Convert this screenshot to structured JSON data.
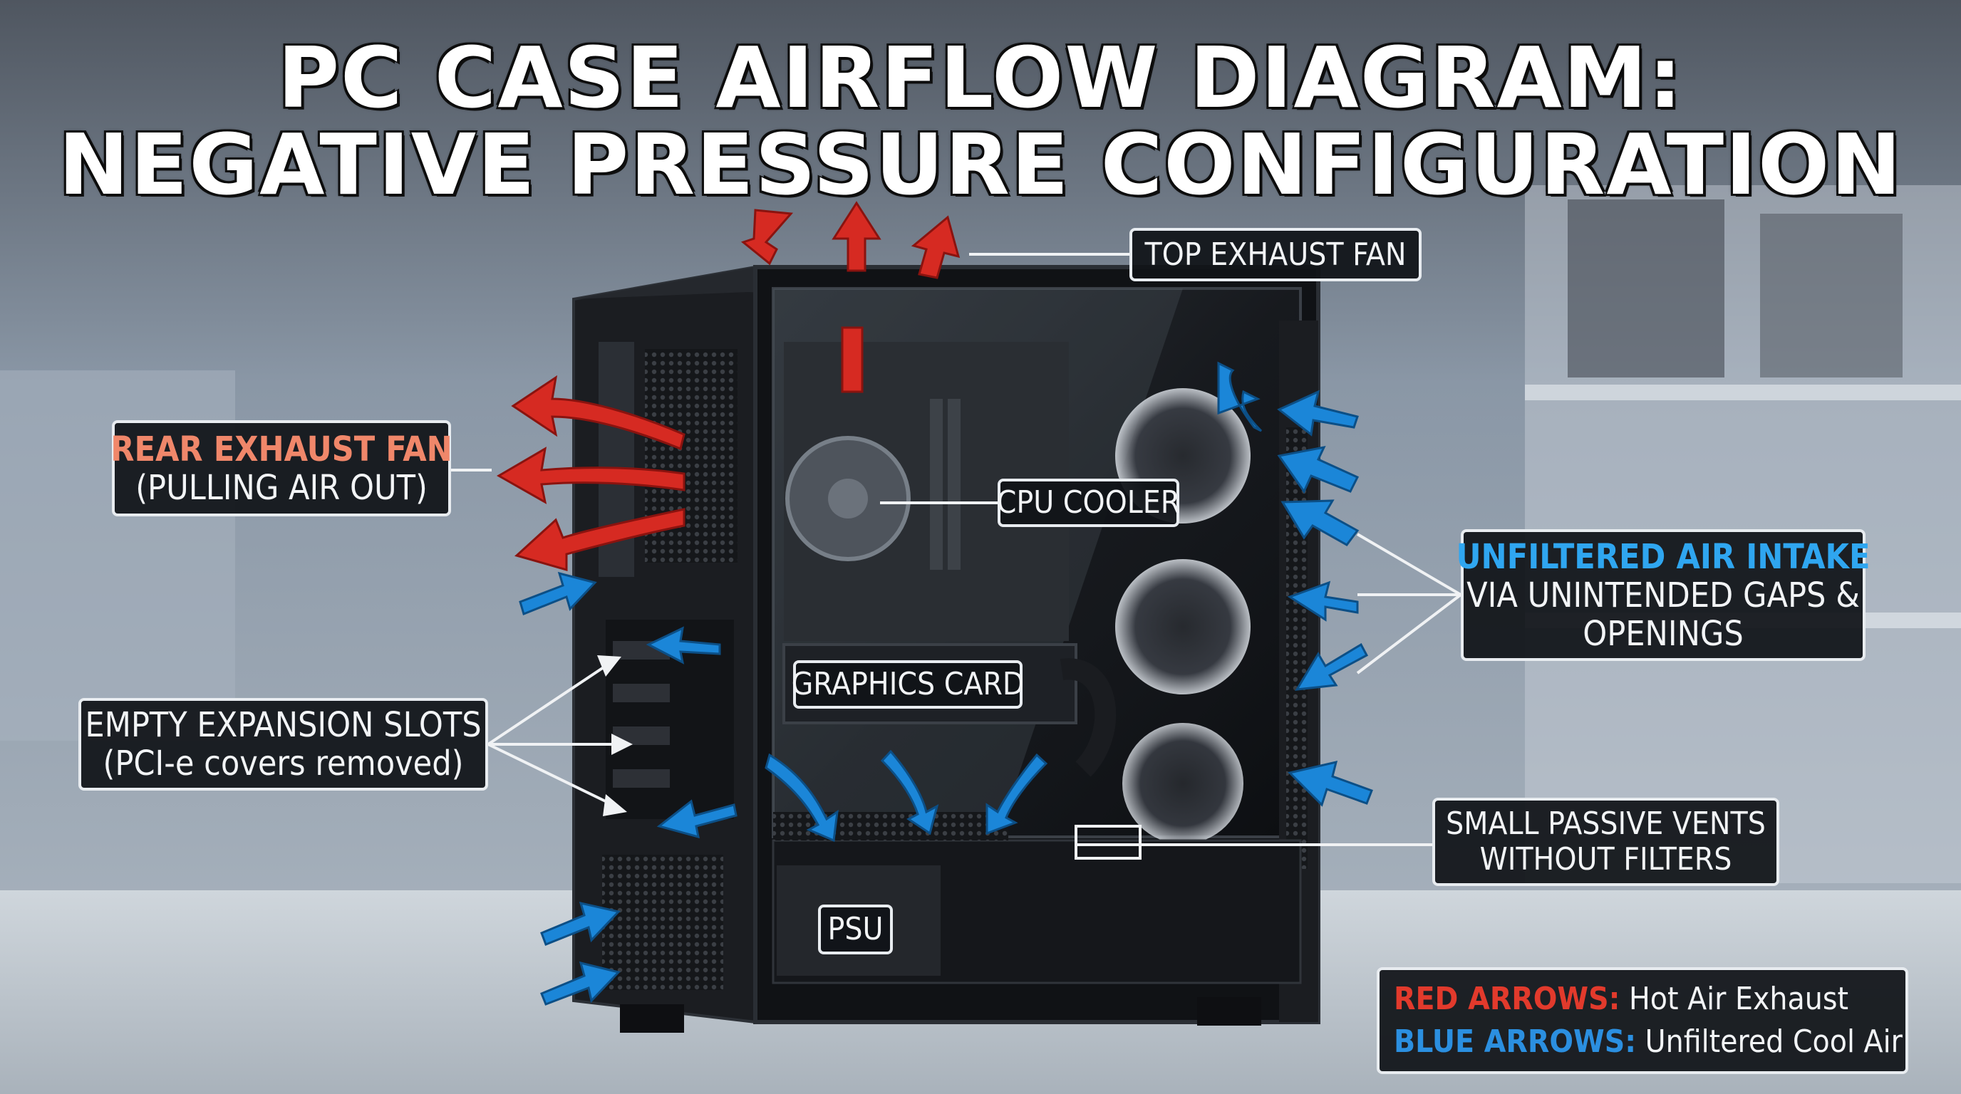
{
  "title": {
    "line1": "PC CASE AIRFLOW DIAGRAM:",
    "line2": "NEGATIVE PRESSURE CONFIGURATION"
  },
  "labels": {
    "top_exhaust": "TOP EXHAUST FAN",
    "rear_exhaust_title": "REAR EXHAUST FAN",
    "rear_exhaust_sub": "(PULLING AIR OUT)",
    "cpu_cooler": "CPU COOLER",
    "graphics_card": "GRAPHICS CARD",
    "unfiltered_title": "UNFILTERED AIR INTAKE",
    "unfiltered_sub1": "VIA UNINTENDED GAPS &",
    "unfiltered_sub2": "OPENINGS",
    "expansion_title": "EMPTY EXPANSION SLOTS",
    "expansion_sub": "(PCI-e covers removed)",
    "passive_vents_1": "SMALL PASSIVE VENTS",
    "passive_vents_2": "WITHOUT FILTERS",
    "psu": "PSU"
  },
  "legend": {
    "red_key": "RED ARROWS:",
    "red_text": " Hot Air Exhaust",
    "blue_key": "BLUE ARROWS:",
    "blue_text": " Unfiltered Cool Air"
  },
  "colors": {
    "exhaust_red": "#d62a22",
    "intake_blue": "#1b86d8",
    "label_highlight_red": "#f0876a",
    "label_highlight_blue": "#2fa6f0"
  }
}
